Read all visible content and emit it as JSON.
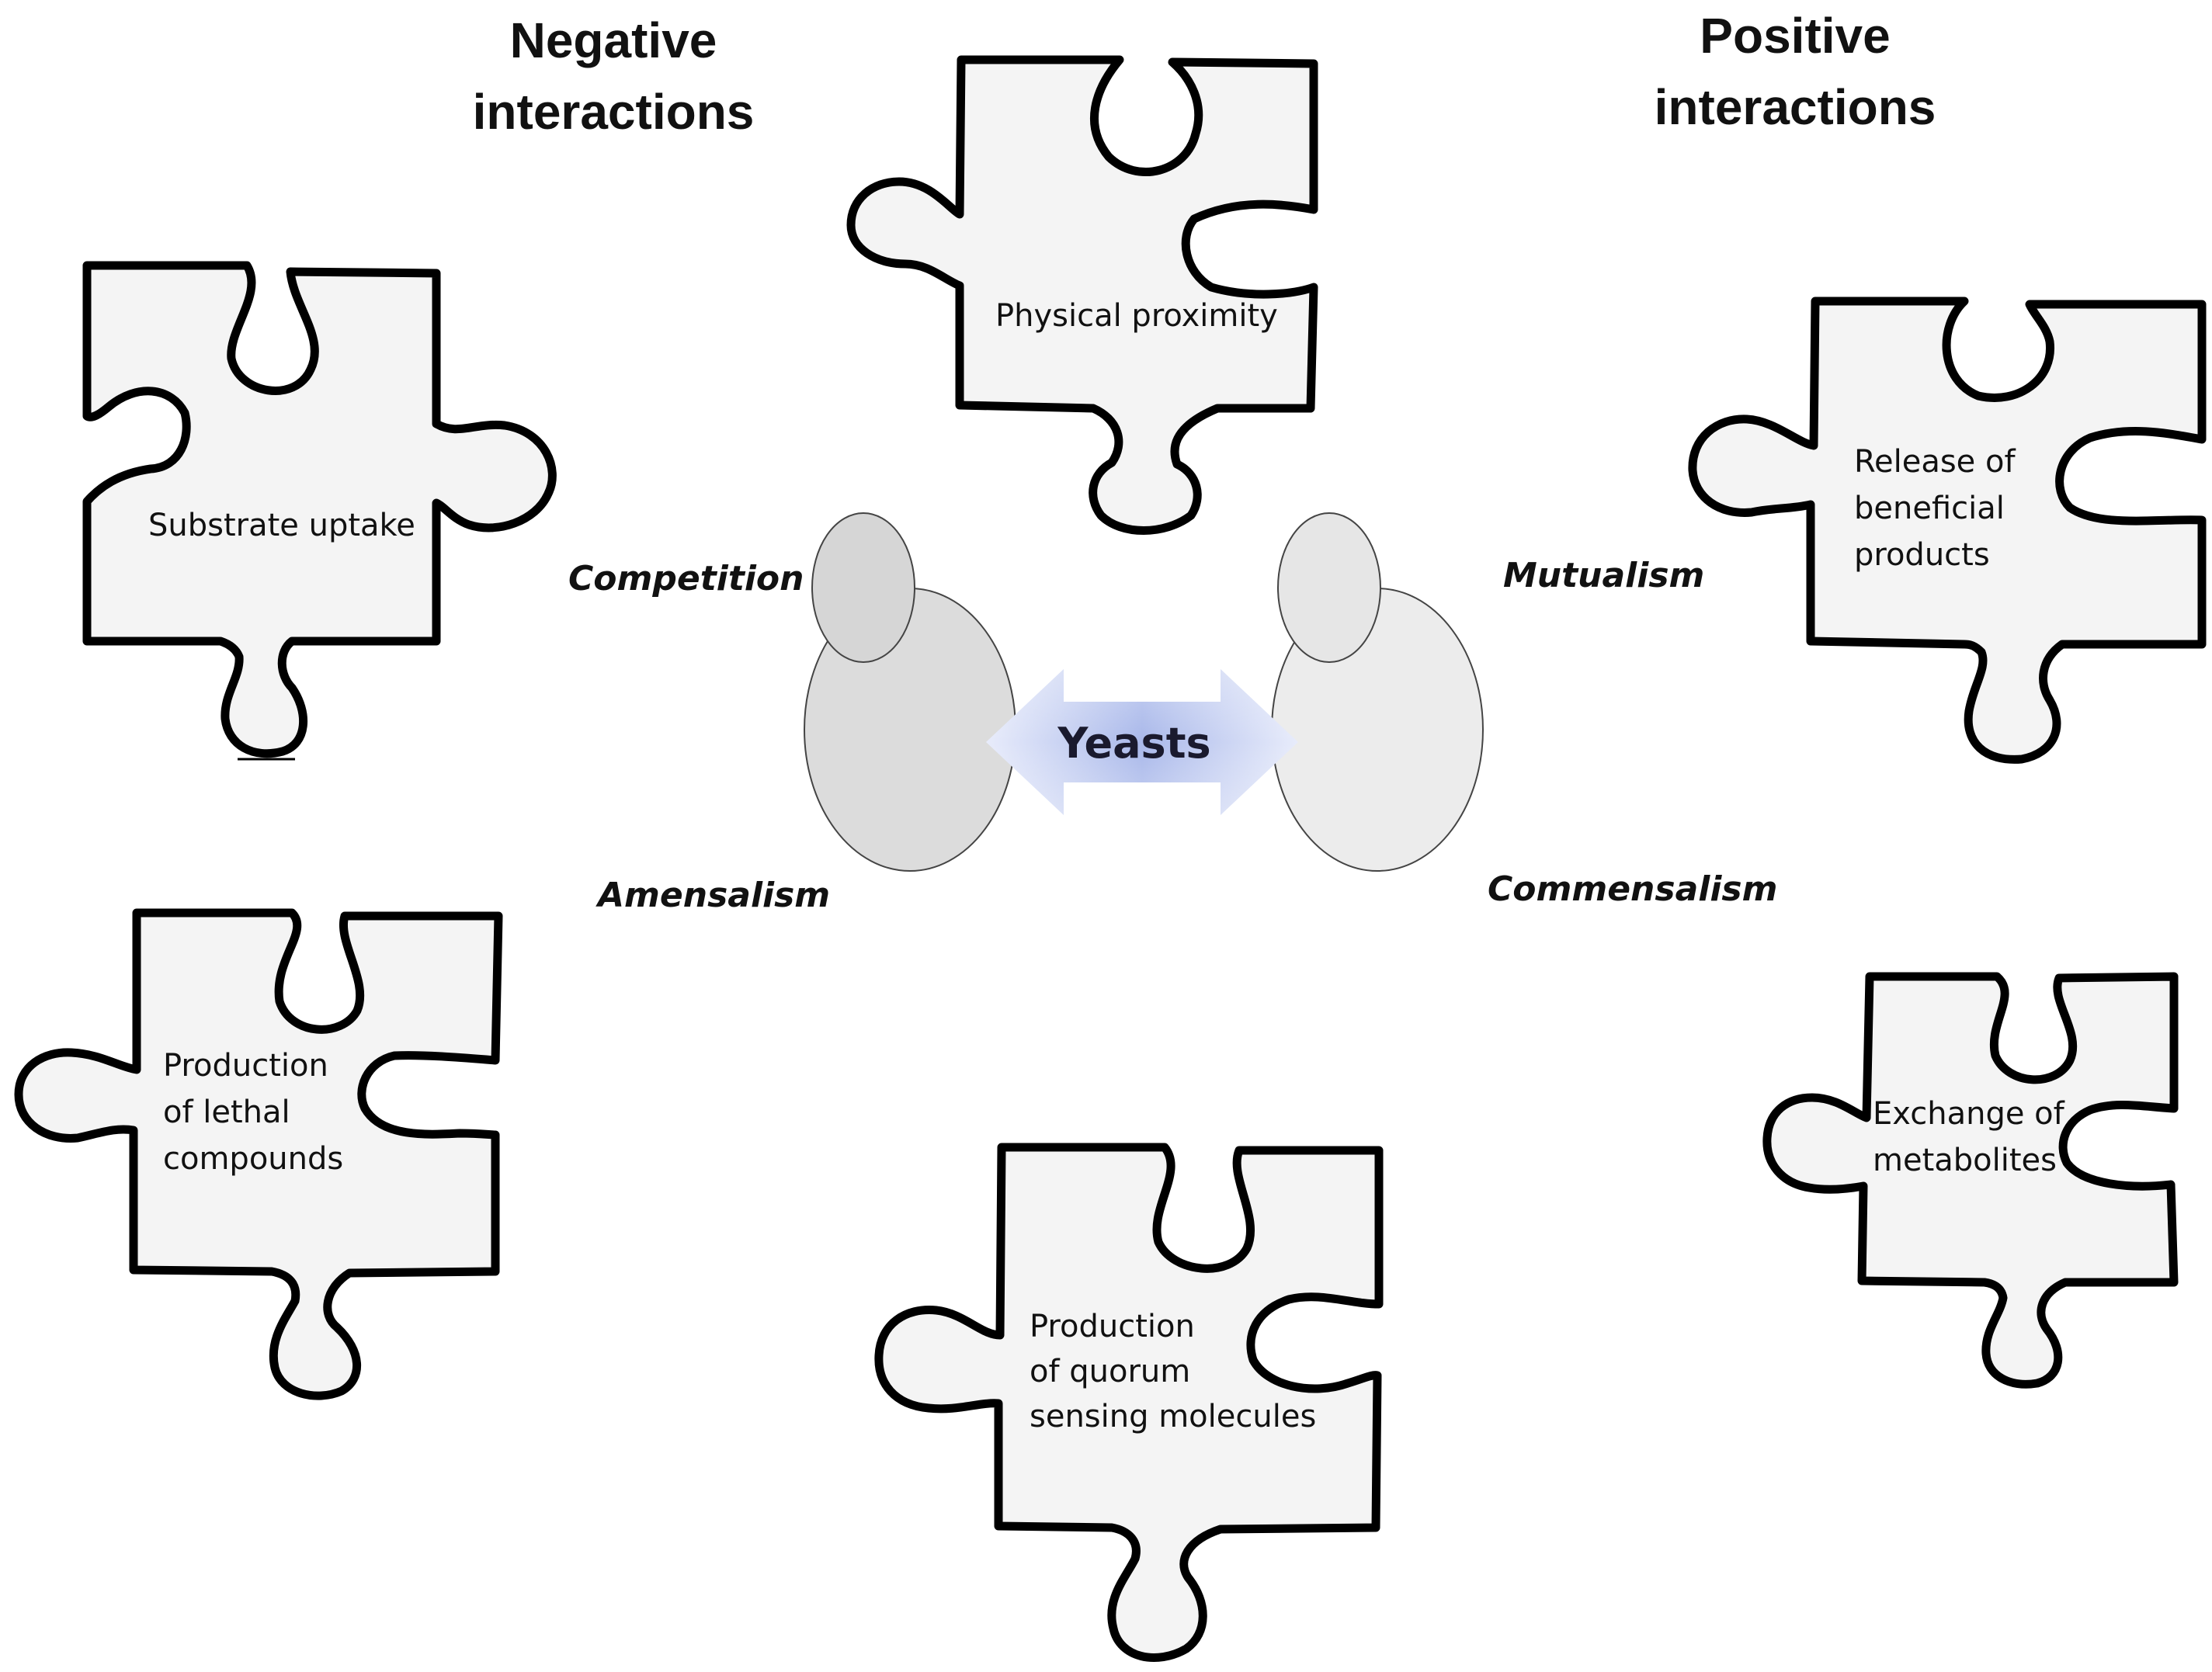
{
  "headers": {
    "negative": [
      "Negative",
      "interactions"
    ],
    "positive": [
      "Positive",
      "interactions"
    ]
  },
  "pieces": {
    "physical_proximity": [
      "Physical proximity"
    ],
    "substrate_uptake": [
      "Substrate uptake"
    ],
    "release_beneficial": [
      "Release of",
      "beneficial",
      "products"
    ],
    "lethal_compounds": [
      "Production",
      "of lethal",
      "compounds"
    ],
    "quorum_sensing": [
      "Production",
      "of quorum",
      "sensing molecules"
    ],
    "exchange_metabolites": [
      "Exchange of",
      "metabolites"
    ]
  },
  "relations": {
    "competition": "Competition",
    "mutualism": "Mutualism",
    "amensalism": "Amensalism",
    "commensalism": "Commensalism"
  },
  "center": {
    "label": "Yeasts"
  },
  "colors": {
    "piece_fill": "#f4f4f4",
    "piece_stroke": "#000000",
    "cell_left": "#dcdcdc",
    "cell_right": "#ececec",
    "arrow_center": "#a9b8ea",
    "arrow_edge": "#e8ecfb"
  }
}
